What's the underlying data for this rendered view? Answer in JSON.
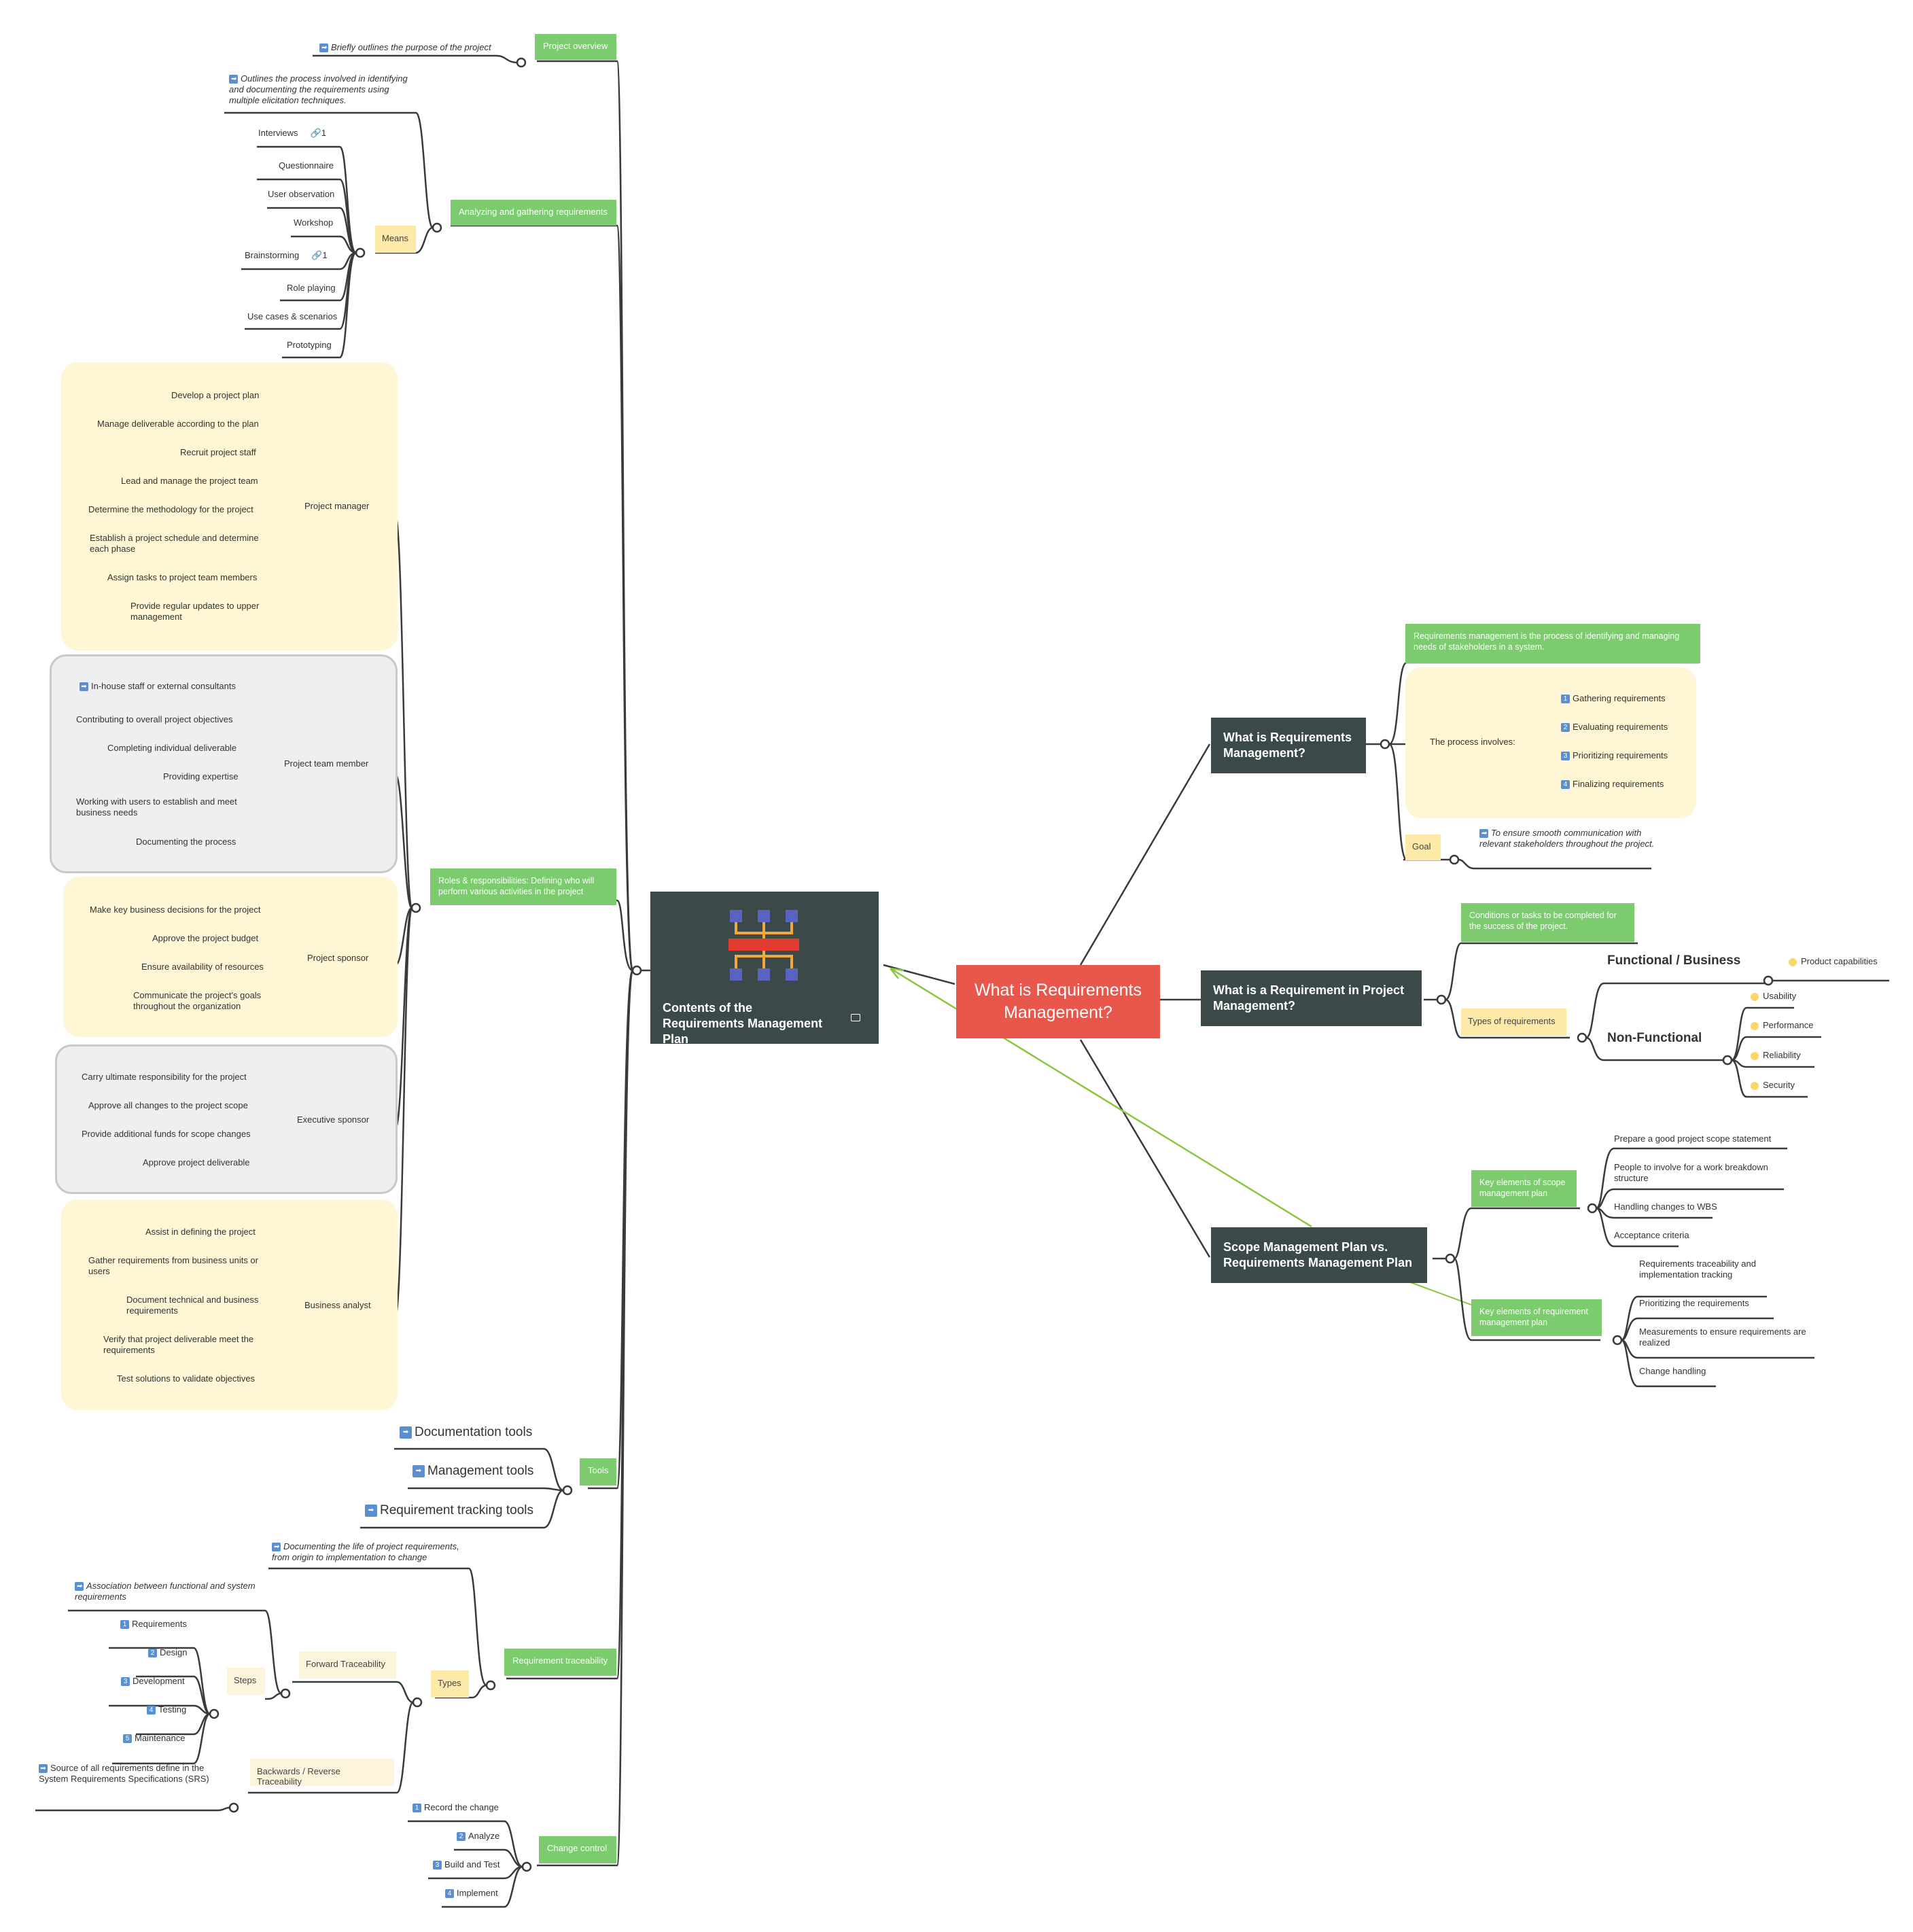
{
  "central": {
    "title": "What is Requirements Management?"
  },
  "left_topic": {
    "title": "Contents of the Requirements Management Plan"
  },
  "branch1": {
    "title": "What is Requirements Management?",
    "definition": "Requirements management is the process of identifying and managing needs of stakeholders in a system.",
    "process_label": "The process involves:",
    "process_items": [
      "Gathering requirements",
      "Evaluating requirements",
      "Prioritizing requirements",
      "Finalizing requirements"
    ],
    "goal_label": "Goal",
    "goal_text": "To ensure smooth communication with relevant stakeholders throughout the project."
  },
  "branch2": {
    "title": "What is a Requirement in Project Management?",
    "definition": "Conditions or tasks to be completed for the success of the project.",
    "types_label": "Types of requirements",
    "functional": "Functional / Business",
    "functional_items": [
      "Product capabilities"
    ],
    "nonfunctional": "Non-Functional",
    "nonfunctional_items": [
      "Usability",
      "Performance",
      "Reliability",
      "Security"
    ]
  },
  "branch3": {
    "title": "Scope Management Plan vs. Requirements Management Plan",
    "scope_label": "Key elements of scope management plan",
    "scope_items": [
      "Prepare a good project scope statement",
      "People to involve for a work breakdown structure",
      "Handling changes to WBS",
      "Acceptance criteria"
    ],
    "req_label": "Key elements of requirement management plan",
    "req_items": [
      "Requirements traceability and implementation tracking",
      "Prioritizing the requirements",
      "Measurements to ensure requirements are realized",
      "Change handling"
    ]
  },
  "overview": {
    "label": "Project overview",
    "note": "Briefly outlines the purpose of the project"
  },
  "analyzing": {
    "label": "Analyzing and gathering requirements",
    "note": "Outlines the process involved in identifying and documenting the requirements using multiple elicitation techniques.",
    "means_label": "Means",
    "means": [
      "Interviews",
      "Questionnaire",
      "User observation",
      "Workshop",
      "Brainstorming",
      "Role playing",
      "Use cases & scenarios",
      "Prototyping"
    ],
    "link_count": "1"
  },
  "roles": {
    "label": "Roles & responsibilities: Defining who will perform various activities in the project",
    "pm": {
      "label": "Project manager",
      "items": [
        "Develop a project plan",
        "Manage deliverable according to the plan",
        "Recruit project staff",
        "Lead and manage the project team",
        "Determine the methodology for the project",
        "Establish a project schedule and determine each phase",
        "Assign tasks to project team members",
        "Provide regular updates to upper management"
      ]
    },
    "tm": {
      "label": "Project team member",
      "items": [
        "In-house staff or external consultants",
        "Contributing to overall project objectives",
        "Completing individual deliverable",
        "Providing expertise",
        "Working with users to establish and meet business needs",
        "Documenting the process"
      ]
    },
    "ps": {
      "label": "Project sponsor",
      "items": [
        "Make key business decisions for the project",
        "Approve the project budget",
        "Ensure availability of resources",
        "Communicate the project's goals throughout the organization"
      ]
    },
    "es": {
      "label": "Executive sponsor",
      "items": [
        "Carry ultimate responsibility for the project",
        "Approve all changes to the project scope",
        "Provide additional funds for scope changes",
        "Approve project deliverable"
      ]
    },
    "ba": {
      "label": "Business analyst",
      "items": [
        "Assist in defining the project",
        "Gather requirements from business units or users",
        "Document technical and business requirements",
        "Verify that project deliverable meet the requirements",
        "Test solutions to validate objectives"
      ]
    }
  },
  "tools": {
    "label": "Tools",
    "items": [
      "Documentation tools",
      "Management tools",
      "Requirement tracking tools"
    ]
  },
  "traceability": {
    "label": "Requirement traceability",
    "note": "Documenting the life of project requirements, from origin to implementation to change",
    "types_label": "Types",
    "forward": "Forward Traceability",
    "forward_note": "Association between functional and system requirements",
    "steps_label": "Steps",
    "steps": [
      "Requirements",
      "Design",
      "Development",
      "Testing",
      "Maintenance"
    ],
    "backward": "Backwards / Reverse Traceability",
    "backward_note": "Source of all requirements define in the System Requirements Specifications (SRS)"
  },
  "change_control": {
    "label": "Change control",
    "items": [
      "Record the change",
      "Analyze",
      "Build and Test",
      "Implement"
    ]
  },
  "colors": {
    "central": "#e9574c",
    "dark": "#3b4a48",
    "green": "#7ccb6f",
    "yellow": "#fde9a8",
    "panel_yellow": "#fef6d4",
    "panel_gray": "#eeeff1",
    "relationship": "#8cc63f"
  }
}
